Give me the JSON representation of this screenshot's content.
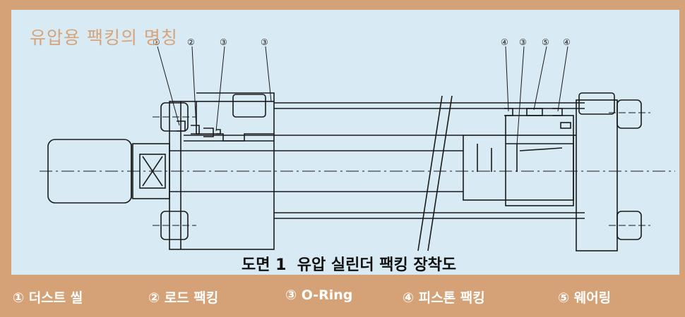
{
  "title": "유압용 팩킹의 명칭",
  "caption": "도면 1  유압 실린더 팩킹 장착도",
  "callouts": [
    "①",
    "②",
    "③",
    "③",
    "④",
    "③",
    "⑤",
    "④"
  ],
  "legend": [
    {
      "num": "①",
      "label": "더스트 씰"
    },
    {
      "num": "②",
      "label": "로드 팩킹"
    },
    {
      "num": "③",
      "label": "O-Ring"
    },
    {
      "num": "④",
      "label": "피스톤 팩킹"
    },
    {
      "num": "⑤",
      "label": "웨어링"
    }
  ],
  "colors": {
    "frame": "#d4a276",
    "panel": "#d8eaf3",
    "title": "#d7a47a",
    "line": "#1a1a1a"
  }
}
